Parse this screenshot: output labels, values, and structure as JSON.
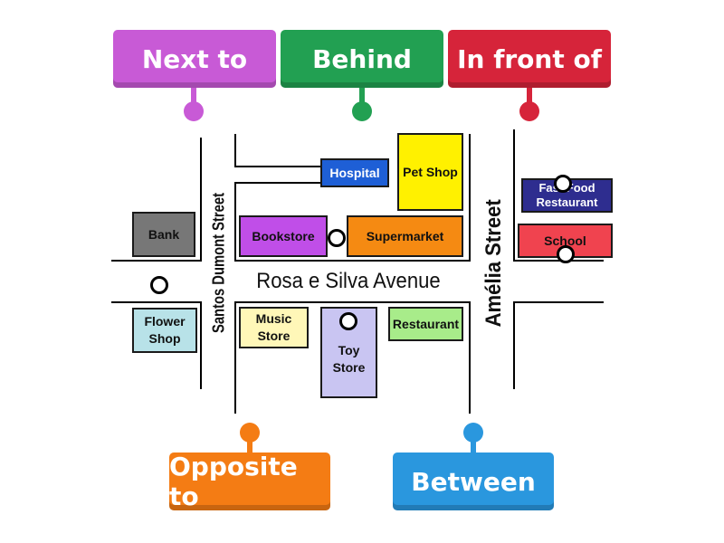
{
  "labels": {
    "next_to": "Next to",
    "behind": "Behind",
    "in_front_of": "In front of",
    "opposite_to": "Opposite to",
    "between": "Between"
  },
  "colors": {
    "next_to": "#c85ad6",
    "behind": "#22a052",
    "in_front_of": "#d6243a",
    "opposite_to": "#f47c14",
    "between": "#2a97de"
  },
  "map": {
    "streets": {
      "avenue": "Rosa e Silva Avenue",
      "santos": "Santos Dumont Street",
      "amelia": "Amélia Street"
    },
    "buildings": {
      "hospital": "Hospital",
      "pet_shop": "Pet Shop",
      "bank": "Bank",
      "bookstore": "Bookstore",
      "supermarket": "Supermarket",
      "fast_food": "Fast Food Restaurant",
      "school": "School",
      "flower_shop": "Flower Shop",
      "music_store": "Music Store",
      "toy_store": "Toy Store",
      "restaurant": "Restaurant"
    }
  }
}
